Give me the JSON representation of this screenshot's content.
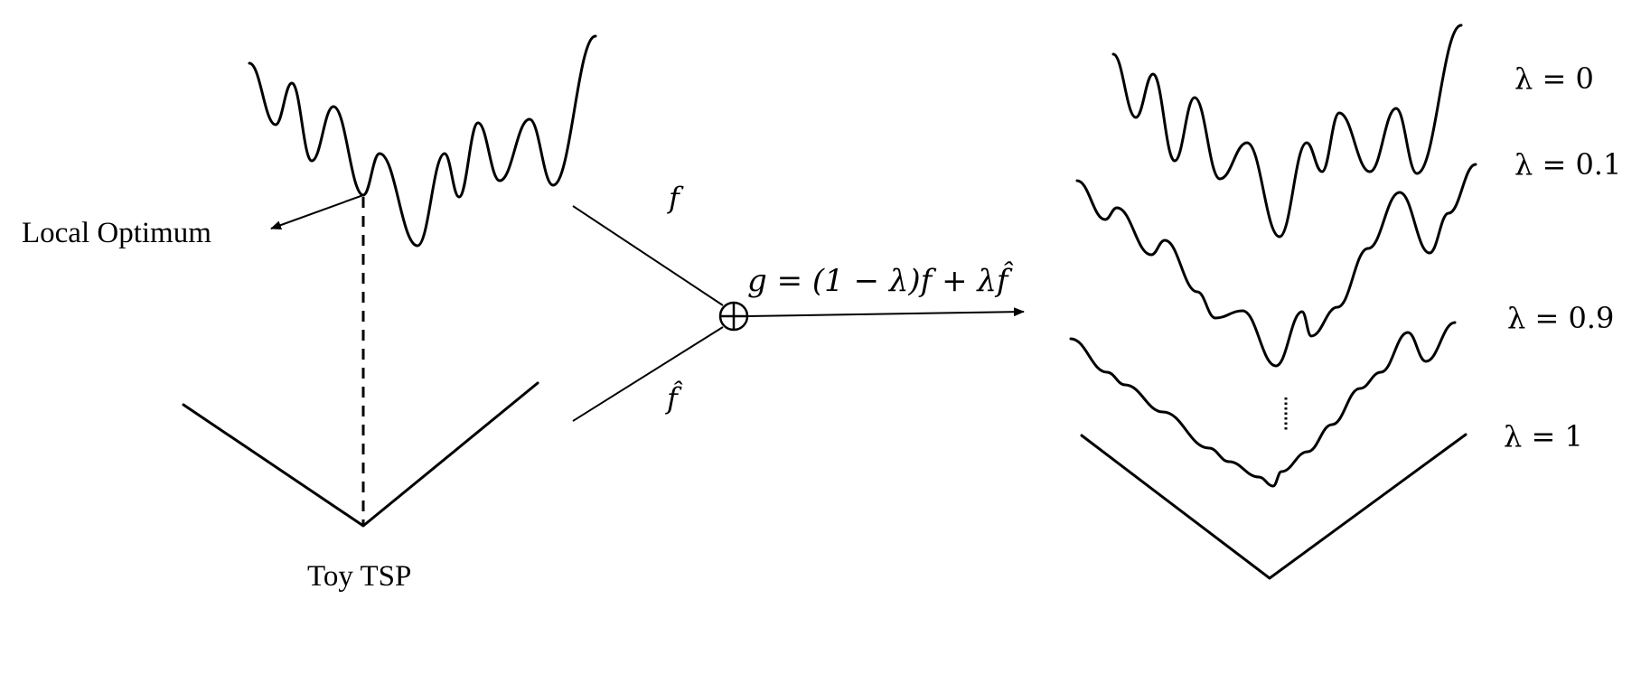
{
  "labels": {
    "local_optimum": "Local Optimum",
    "toy_tsp": "Toy TSP",
    "f": "f",
    "f_hat": "f̂",
    "combination_formula": "g = (1 − λ)f + λf̂",
    "plus_symbol": "⊕"
  },
  "lambda_labels": {
    "l0": "λ = 0",
    "l01": "λ = 0.1",
    "l09": "λ = 0.9",
    "l1": "λ = 1"
  }
}
